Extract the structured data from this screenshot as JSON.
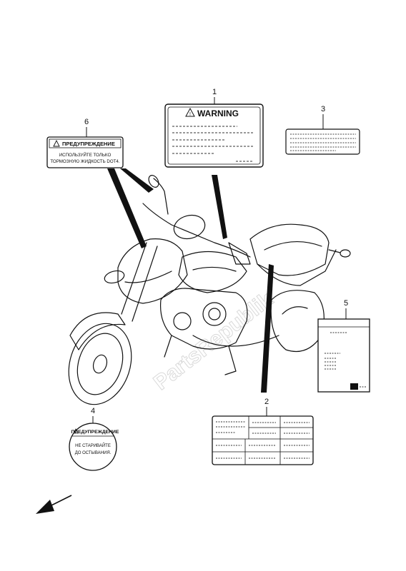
{
  "callouts": {
    "c1": "1",
    "c2": "2",
    "c3": "3",
    "c4": "4",
    "c5": "5",
    "c6": "6"
  },
  "labels": {
    "warning": {
      "title": "WARNING"
    },
    "russian_brake": {
      "title": "ПРЕДУПРЕЖДЕНИЕ",
      "line1": "ИСПОЛЬЗУЙТЕ ТОЛЬКО",
      "line2": "ТОРМОЗНУЮ ЖИДКОСТЬ DOT4."
    },
    "russian_round": {
      "title": "ПРЕДУПРЕЖДЕНИЕ",
      "line1": "НЕ СТАРИВАЙТЕ",
      "line2": "ДО ОСТЫВАНИЯ."
    }
  },
  "watermark": "PartsRepublik"
}
